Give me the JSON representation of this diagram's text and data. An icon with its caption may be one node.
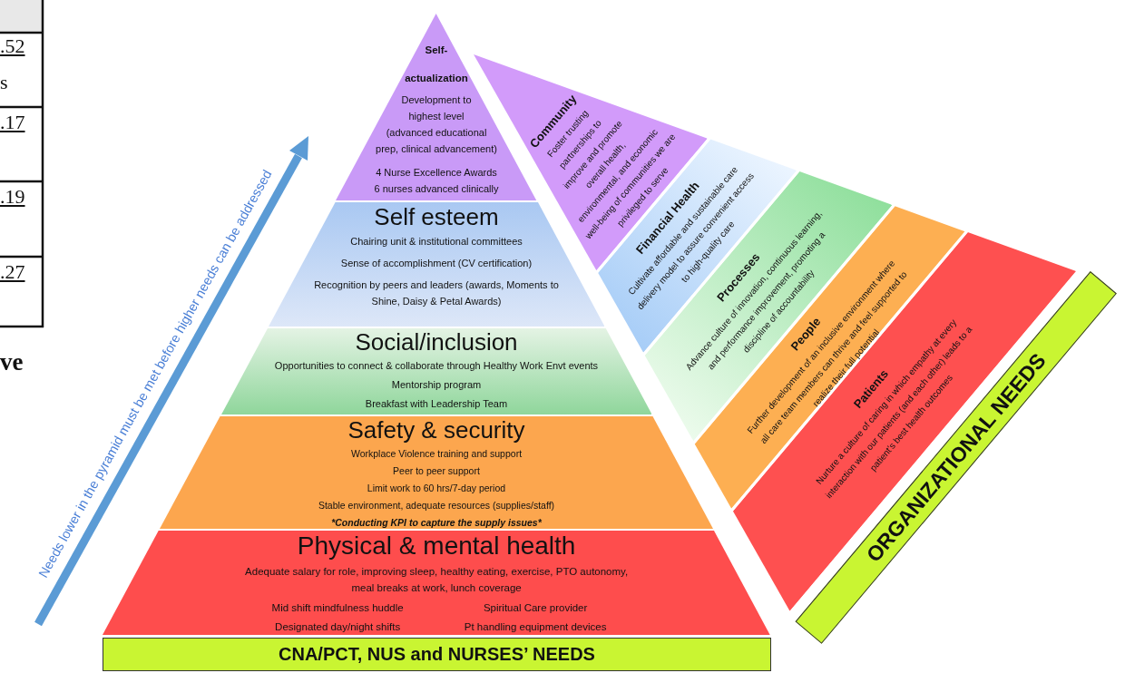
{
  "diagram": {
    "nodes": [
      {
        "text": [
          "Self- actualization",
          "Development to highest level (advanced educational prep, clinical advancement)",
          "4 Nurse Excellence Awards",
          "6 nurses advanced clinically"
        ]
      },
      {
        "text": [
          "Self esteem",
          "Chairing unit & institutional committees",
          "Sense of accomplishment (CV certification)",
          "Recognition by peers and leaders (awards, Moments to Shine, Daisy & Petal Awards)"
        ]
      },
      {
        "text": [
          "Social/inclusion",
          "Opportunities to connect & collaborate through Healthy Work Envt events",
          "Mentorship program",
          "Breakfast with Leadership Team"
        ]
      },
      {
        "text": [
          "Safety & security",
          "Workplace Violence training and support",
          "Peer to peer support",
          "Limit work to 60 hrs/7-day period",
          "Stable environment, adequate resources (supplies/staff)",
          "*Conducting KPI to capture the supply issues*"
        ]
      },
      {
        "text": [
          "Physical & mental health",
          "Adequate salary for role, improving sleep, healthy eating, exercise, PTO autonomy, meal breaks at work, lunch coverage",
          "Mid shift mindfulness huddle",
          "Spiritual Care provider",
          "Designated day/night shifts",
          "Pt handling equipment devices"
        ]
      },
      {
        "text": [
          "CNA/PCT, NUS and NURSES’ NEEDS"
        ]
      },
      {
        "text": [
          "Community",
          "Foster trusting partnerships to improve and promote overall health, environmental, and economic well-being of communities we are privileged to serve"
        ]
      },
      {
        "text": [
          "Financial Health",
          "Cultivate affordable and sustainable care delivery model to assure convenient access to high-quality care"
        ]
      },
      {
        "text": [
          "Processes",
          "Advance culture of innovation, continuous learning, and performance improvement, promoting a discipline of accountability"
        ]
      },
      {
        "text": [
          "People",
          "Further development of an inclusive environment where all care team members can thrive and feel supported to realize their full potential"
        ]
      },
      {
        "text": [
          "Patients",
          "Nurture a culture of caring in which empathy at every interaction with our patients (and each other) leads to a patient’s best health outcomes"
        ]
      },
      {
        "text": [
          "ORGANIZATIONAL NEEDS"
        ]
      }
    ],
    "edges": [],
    "labels": [
      ".52",
      "s",
      ".17",
      ".19",
      ".27",
      "ve",
      "Needs lower in the pyramid must be met before higher needs can be addressed"
    ]
  }
}
